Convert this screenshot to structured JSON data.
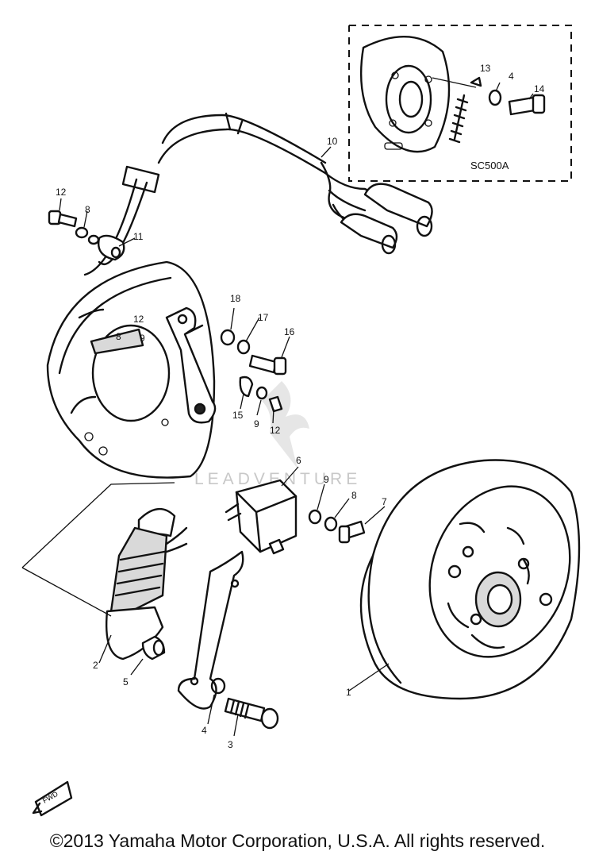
{
  "watermark": "LEADVENTURE",
  "inset_label": "SC500A",
  "copyright": "©2013 Yamaha Motor Corporation, U.S.A. All rights reserved.",
  "fwd_label": "FWD",
  "callouts": [
    "1",
    "2",
    "3",
    "4",
    "5",
    "6",
    "7",
    "8",
    "9",
    "10",
    "11",
    "12",
    "13",
    "14",
    "15",
    "16",
    "17",
    "18",
    "4",
    "8",
    "9",
    "12",
    "8",
    "9",
    "12"
  ]
}
